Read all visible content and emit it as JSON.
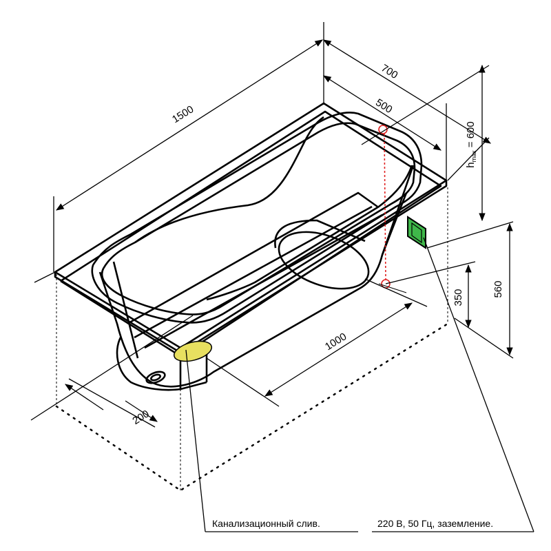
{
  "diagram": {
    "dimensions": {
      "length": "1500",
      "width_outer": "700",
      "width_inner": "500",
      "height_max_prefix": "h",
      "height_max_sub": "max",
      "height_max_value": " = 600",
      "height_front": "560",
      "drain_offset": "200",
      "spacing": "1000",
      "height_side": "350"
    },
    "labels": {
      "drain": "Канализационный слив.",
      "power": "220 В, 50 Гц, заземление."
    },
    "colors": {
      "line": "#000000",
      "drain_fill": "#e8e060",
      "power_box_fill": "#3fb84a",
      "marker": "#e02020"
    }
  }
}
